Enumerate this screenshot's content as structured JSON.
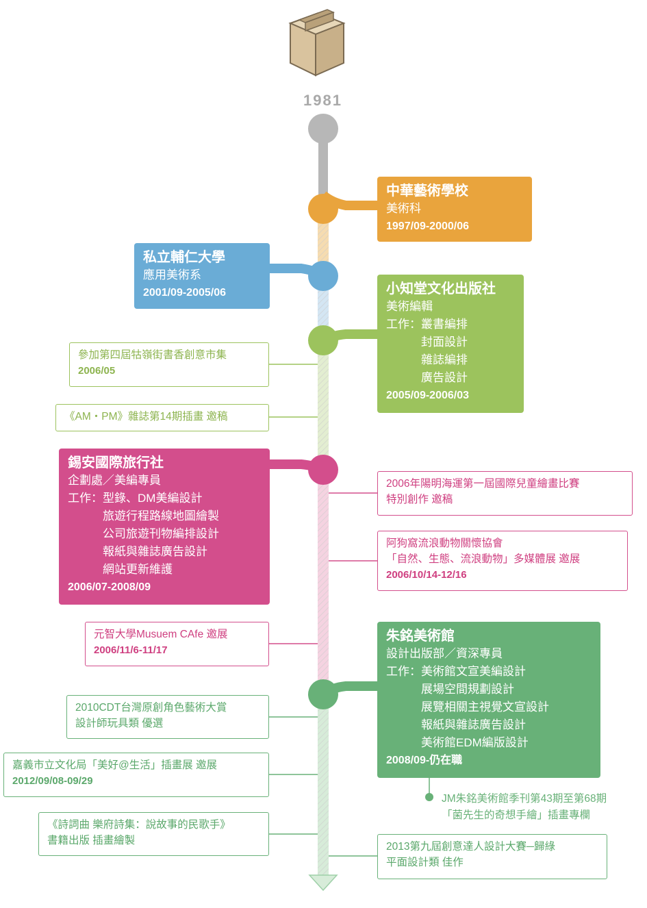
{
  "start_year": "1981",
  "colors": {
    "orange": "#e9a43d",
    "blue": "#6aacd6",
    "lime": "#9cc35d",
    "magenta": "#d34e8c",
    "green": "#68b178",
    "gray": "#b7b7b7"
  },
  "icon": "cardboard-box-icon",
  "cards": {
    "zhonghua": {
      "title": "中華藝術學校",
      "lines": [
        "美術科"
      ],
      "date": "1997/09-2000/06"
    },
    "fujen": {
      "title": "私立輔仁大學",
      "lines": [
        "應用美術系"
      ],
      "date": "2001/09-2005/06"
    },
    "xiaozhitang": {
      "title": "小知堂文化出版社",
      "lines": [
        "美術編輯"
      ],
      "work_label": "工作：",
      "work": [
        "叢書編排",
        "封面設計",
        "雜誌編排",
        "廣告設計"
      ],
      "date": "2005/09-2006/03"
    },
    "xian": {
      "title": "錫安國際旅行社",
      "lines": [
        "企劃處／美編專員"
      ],
      "work_label": "工作：",
      "work": [
        "型錄、DM美編設計",
        "旅遊行程路線地圖繪製",
        "公司旅遊刊物編排設計",
        "報紙與雜誌廣告設計",
        "網站更新維護"
      ],
      "date": "2006/07-2008/09"
    },
    "zhuming": {
      "title": "朱銘美術館",
      "lines": [
        "設計出版部／資深專員"
      ],
      "work_label": "工作：",
      "work": [
        "美術館文宣美編設計",
        "展場空間規劃設計",
        "展覽相關主視覺文宣設計",
        "報紙與雜誌廣告設計",
        "美術館EDM編版設計"
      ],
      "date": "2008/09-仍在職"
    }
  },
  "notes": {
    "n1": {
      "text": "參加第四屆牯嶺街書香創意市集",
      "date": "2006/05"
    },
    "n2": {
      "text": "《AM・PM》雜誌第14期插畫 邀稿"
    },
    "n3": {
      "text": "2006年陽明海運第一屆國際兒童繪畫比賽",
      "text2": "特別創作 邀稿"
    },
    "n4": {
      "text": "阿狗窩流浪動物關懷協會",
      "text2": "「自然、生態、流浪動物」多媒體展 邀展",
      "date": "2006/10/14-12/16"
    },
    "n5": {
      "text": "元智大學Musuem CAfe 邀展",
      "date": "2006/11/6-11/17"
    },
    "n6": {
      "text": "2010CDT台灣原創角色藝術大賞",
      "text2": "設計師玩具類 優選"
    },
    "n7": {
      "text": "嘉義市立文化局「美好@生活」插畫展 邀展",
      "date": "2012/09/08-09/29"
    },
    "n8": {
      "text": "《詩詞曲 樂府詩集：說故事的民歌手》",
      "text2": "書籍出版 插畫繪製"
    },
    "n9": {
      "text": "2013第九屆創意達人設計大賽─歸綠",
      "text2": "平面設計類 佳作"
    },
    "n10": {
      "text": "JM朱銘美術館季刊第43期至第68期",
      "text2": "「菌先生的奇想手繪」插畫專欄"
    }
  }
}
